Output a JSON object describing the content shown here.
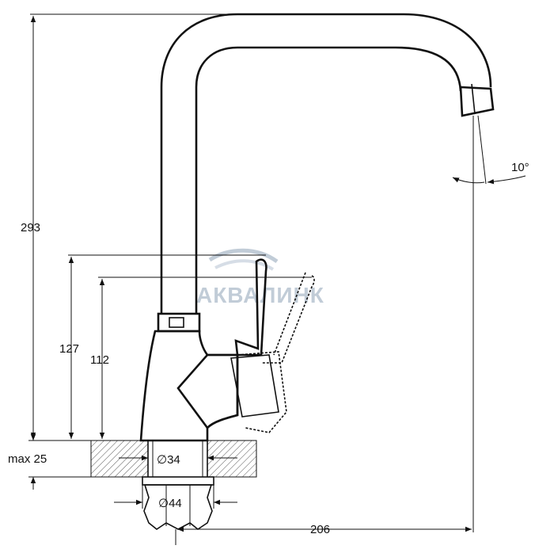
{
  "watermark": {
    "text": "АКВАЛИНК",
    "color": "#8fa3b8"
  },
  "dimensions": {
    "total_height": "293",
    "handle_height": "127",
    "body_height": "112",
    "countertop_max": "max 25",
    "mount_diameter": "∅34",
    "nut_diameter": "∅44",
    "spout_reach": "206",
    "spout_angle": "10°"
  },
  "colors": {
    "line": "#111111",
    "hatch": "#555555"
  }
}
